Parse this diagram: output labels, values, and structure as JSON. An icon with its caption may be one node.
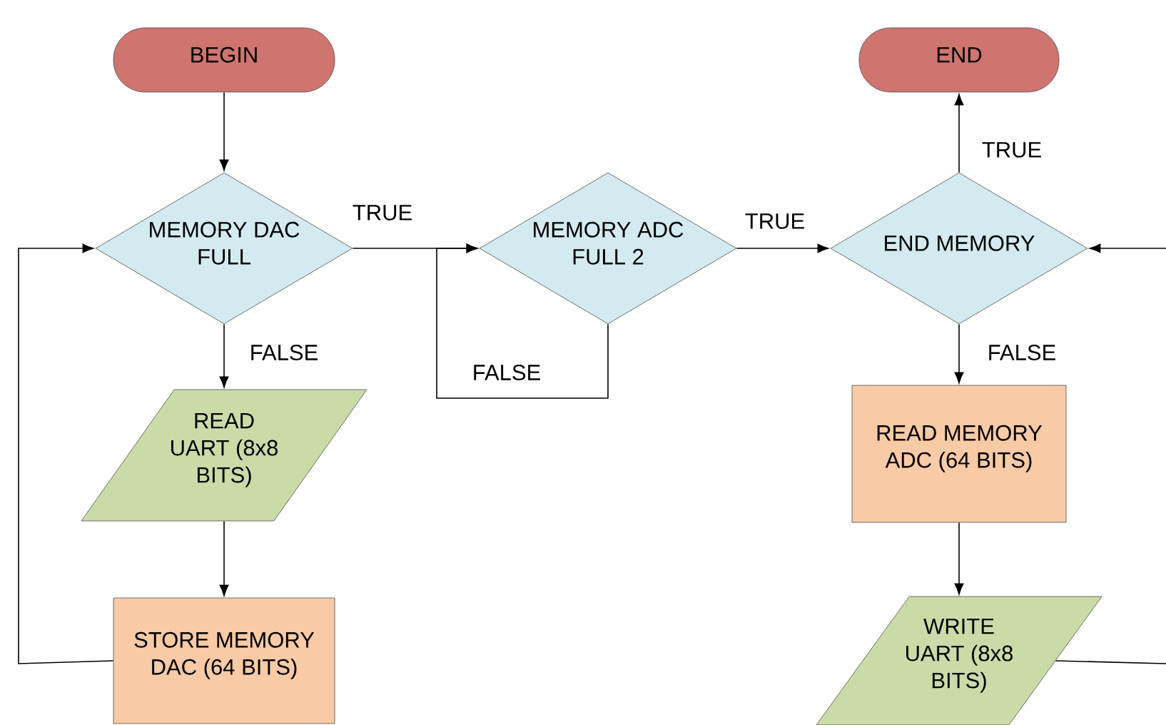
{
  "diagram": {
    "nodes": [
      {
        "text": [
          "BEGIN"
        ]
      },
      {
        "text": [
          "MEMORY DAC FULL"
        ]
      },
      {
        "text": [
          "MEMORY ADC FULL 2"
        ]
      },
      {
        "text": [
          "END"
        ]
      },
      {
        "text": [
          "END MEMORY"
        ]
      },
      {
        "text": [
          "READ UART (8x8 BITS)"
        ]
      },
      {
        "text": [
          "STORE MEMORY DAC (64 BITS)"
        ]
      },
      {
        "text": [
          "READ MEMORY ADC (64 BITS)"
        ]
      },
      {
        "text": [
          "WRITE UART (8x8 BITS)"
        ]
      }
    ],
    "edges": [
      {
        "from": 0,
        "to": 1,
        "arrow": "to"
      },
      {
        "from": 1,
        "to": 2,
        "arrow": "to",
        "label": "TRUE"
      },
      {
        "from": 2,
        "to": 2,
        "arrow": "to",
        "label": "FALSE"
      },
      {
        "from": 1,
        "to": 5,
        "arrow": "to",
        "label": "FALSE"
      },
      {
        "from": 5,
        "to": 6,
        "arrow": "to"
      },
      {
        "from": 6,
        "to": 1,
        "arrow": "to"
      },
      {
        "from": 2,
        "to": 4,
        "arrow": "to",
        "label": "TRUE"
      },
      {
        "from": 4,
        "to": 3,
        "arrow": "to",
        "label": "TRUE"
      },
      {
        "from": 4,
        "to": 7,
        "arrow": "to",
        "label": "FALSE"
      },
      {
        "from": 7,
        "to": 8,
        "arrow": "to"
      },
      {
        "from": 8,
        "to": null,
        "arrow": "none"
      },
      {
        "from": null,
        "to": 4,
        "arrow": "to"
      }
    ]
  }
}
